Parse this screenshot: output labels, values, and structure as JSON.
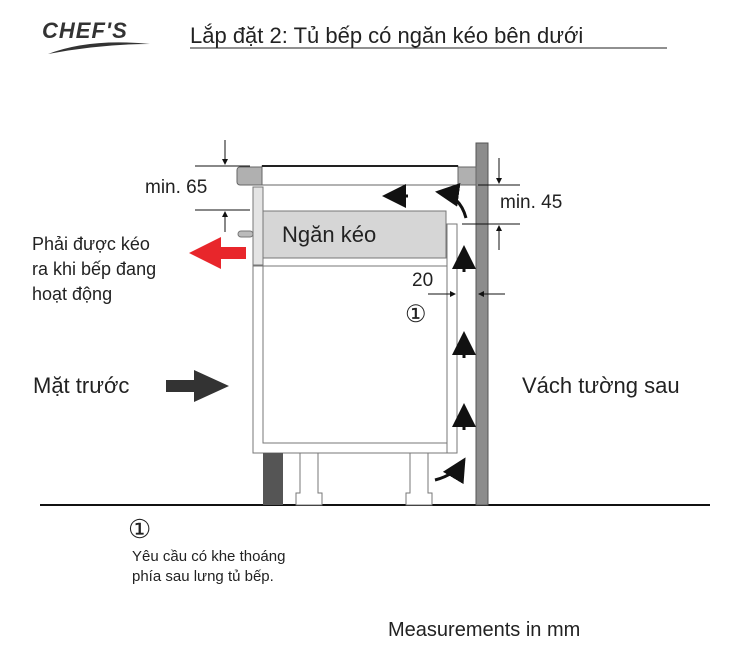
{
  "logo": {
    "text": "CHEF'S"
  },
  "title": "Lắp đặt 2: Tủ bếp có ngăn kéo bên dưới",
  "labels": {
    "min65": "min. 65",
    "min45": "min. 45",
    "drawer": "Ngăn kéo",
    "gap20": "20",
    "marker": "①",
    "pull_note": [
      "Phải được kéo",
      "ra khi bếp đang",
      "hoạt động"
    ],
    "front": "Mặt trước",
    "back_wall": "Vách tường sau"
  },
  "footnote": {
    "marker": "①",
    "lines": [
      "Yêu cầu có khe thoáng",
      "phía sau lưng tủ bếp."
    ]
  },
  "measurements": "Measurements in mm",
  "colors": {
    "red_arrow": "#e8262b",
    "dark_arrow": "#333333",
    "stone": "#b0b0b0",
    "wall": "#8c8c8c",
    "drawer": "#d6d6d6"
  }
}
